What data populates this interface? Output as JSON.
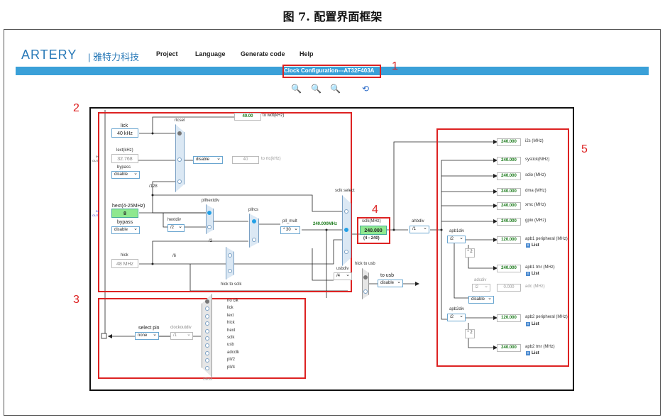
{
  "doc_caption": "图 7. 配置界面框架",
  "logo": {
    "brand": "ARTERY",
    "chinese": "| 雅特力科技"
  },
  "menu": {
    "project": "Project",
    "language": "Language",
    "generate": "Generate code",
    "help": "Help"
  },
  "banner": {
    "title": "Clock Configuration---AT32F403A"
  },
  "annotations": {
    "n1": "1",
    "n2": "2",
    "n3": "3",
    "n4": "4",
    "n5": "5"
  },
  "zoom_icons": [
    "zoom-in-icon",
    "zoom-out-icon",
    "zoom-reset-icon",
    "refresh-icon"
  ],
  "colors": {
    "banner": "#3aa0d8",
    "annotation": "#dd2222",
    "green_value": "#8fe88f"
  },
  "clock": {
    "lick_label": "lick",
    "lick_value": "40 kHz",
    "lext_label": "lext(kHz)",
    "lext_value": "32.768",
    "lext_bypass_label": "bypass",
    "lext_bypass_value": "disable",
    "in_label": "IN",
    "out_label": "OUT",
    "hext_label": "hext(4-25MHz)",
    "hext_value": "8",
    "hext_bypass_label": "bypass",
    "hext_bypass_value": "disable",
    "hick_label": "hick",
    "hick_value": "48 MHz",
    "rtcsel_label": "rtcsel",
    "rtc_enable": "disable",
    "rtc_out": "40",
    "rtc_to": "to rtc(kHz)",
    "wdt_out": "40.00",
    "wdt_to": "to wdt(kHz)",
    "div128": "/128",
    "pllhextdiv_label": "pllhextdiv",
    "hextdiv_label": "hextdiv",
    "hextdiv_value": "/2",
    "div2": "/2",
    "div6": "/6",
    "pllrcs_label": "pllrcs",
    "pll_mult_label": "pll_mult",
    "pll_mult_value": "* 30",
    "pll_freq": "240.000MHz",
    "sclk_select_label": "sclk select",
    "sclk_label": "sclk(MHz)",
    "sclk_value": "240.000",
    "sclk_range": "(4 - 240)",
    "hick_to_sclk": "hick to sclk",
    "ahbdiv_label": "ahbdiv",
    "ahbdiv_value": "/1",
    "usbdiv_label": "usbdiv",
    "usbdiv_value": "/4",
    "hick_to_usb": "hick to usb",
    "to_usb_label": "to usb",
    "to_usb_value": "disable"
  },
  "peripherals": [
    {
      "value": "240.000",
      "label": "i2s (MHz)"
    },
    {
      "value": "240.000",
      "label": "systick(MHz)"
    },
    {
      "value": "240.000",
      "label": "sdio (MHz)"
    },
    {
      "value": "240.000",
      "label": "dma (MHz)"
    },
    {
      "value": "240.000",
      "label": "xmc (MHz)"
    },
    {
      "value": "240.000",
      "label": "gpio (MHz)"
    }
  ],
  "apb": {
    "apb1div_label": "apb1div",
    "apb1div_value": "/2",
    "apb1_periph_value": "120.000",
    "apb1_periph_label": "apb1 peripheral (MHz)",
    "mult2": "* 2",
    "apb1_tmr_value": "240.000",
    "apb1_tmr_label": "apb1 tmr (MHz)",
    "list_label": "List",
    "adcdiv_label": "adcdiv",
    "adcdiv_value": "/2",
    "adc_value": "0.000",
    "adc_label": "adc (MHz)",
    "adc_enable": "disable",
    "apb2div_label": "apb2div",
    "apb2div_value": "/2",
    "apb2_periph_value": "120.000",
    "apb2_periph_label": "apb2 peripheral (MHz)",
    "apb2_tmr_value": "240.000",
    "apb2_tmr_label": "apb2 tmr (MHz)"
  },
  "clkout": {
    "select_pin_label": "select pin",
    "select_pin_value": "none",
    "clockoutdiv_label": "clockoutdiv",
    "clockoutdiv_value": "/1",
    "options": [
      "no clk",
      "lick",
      "lext",
      "hick",
      "hext",
      "sclk",
      "usb",
      "adcclk",
      "pll/2",
      "pll/4"
    ],
    "mux_label": "clkout"
  }
}
